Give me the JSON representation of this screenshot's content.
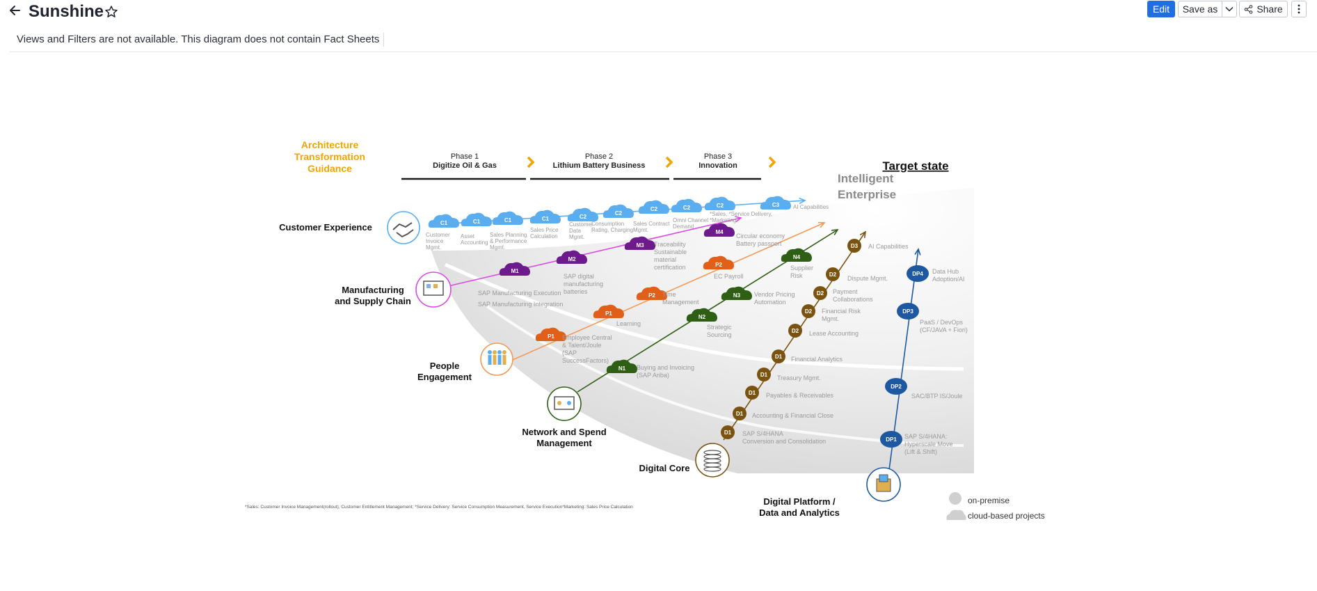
{
  "header": {
    "back_icon": "arrow-left-icon",
    "title": "Sunshine",
    "star_icon": "star-outline-icon",
    "edit_label": "Edit",
    "saveas_label": "Save as",
    "share_label": "Share",
    "share_icon": "share-icon",
    "more_icon": "vertical-ellipsis-icon",
    "accent_color": "#1f6fe0"
  },
  "notice": "Views and Filters are not available. This diagram does not contain Fact Sheets",
  "diagram": {
    "guidance_lines": [
      "Architecture",
      "Transformation",
      "Guidance"
    ],
    "phases": [
      {
        "num": "Phase 1",
        "name": "Digitize Oil & Gas"
      },
      {
        "num": "Phase 2",
        "name": "Lithium Battery Business"
      },
      {
        "num": "Phase 3",
        "name": "Innovation"
      }
    ],
    "target_state": "Target state",
    "intelligent_lines": [
      "Intelligent",
      "Enterprise"
    ],
    "tracks": {
      "customer": [
        "Customer Experience"
      ],
      "manufacturing": [
        "Manufacturing",
        "and Supply Chain"
      ],
      "people": [
        "People",
        "Engagement"
      ],
      "network": [
        "Network and Spend",
        "Management"
      ],
      "core": [
        "Digital Core"
      ],
      "platform": [
        "Digital Platform /",
        "Data and Analytics"
      ]
    },
    "customer_nodes": [
      {
        "code": "C1",
        "label": [
          "Customer",
          "Invoice",
          "Mgmt."
        ]
      },
      {
        "code": "C1",
        "label": [
          "Asset",
          "Accounting"
        ]
      },
      {
        "code": "C1",
        "label": [
          "Sales Planning",
          "& Performance",
          "Mgmt."
        ]
      },
      {
        "code": "C1",
        "label": [
          "Sales Price",
          "Calculation"
        ]
      },
      {
        "code": "C2",
        "label": [
          "Customer",
          "Data",
          "Mgmt."
        ]
      },
      {
        "code": "C2",
        "label": [
          "Consumption",
          "Rating, Charging"
        ]
      },
      {
        "code": "C2",
        "label": [
          "Sales Contract",
          "Mgmt."
        ]
      },
      {
        "code": "C2",
        "label": [
          "Omni Channel",
          "Demand"
        ]
      },
      {
        "code": "C2",
        "label": [
          "*Sales, *Service Delivery,",
          "*Marketing"
        ]
      },
      {
        "code": "C3",
        "label": [
          "AI Capabilities"
        ]
      }
    ],
    "manufacturing_nodes": [
      {
        "code": "M1",
        "label": [
          "SAP Manufacturing Execution",
          "SAP Manufacturing Integration"
        ]
      },
      {
        "code": "M2",
        "label": [
          "SAP digital",
          "manufacturing",
          "batteries"
        ]
      },
      {
        "code": "M3",
        "label": [
          "Traceability",
          "Sustainable",
          "material",
          "certification"
        ]
      },
      {
        "code": "M4",
        "label": [
          "Circular economy",
          "Battery passport"
        ]
      }
    ],
    "people_nodes": [
      {
        "code": "P1",
        "label": [
          "Employee Central",
          "& Talent/Joule",
          "(SAP",
          "SuccessFactors)"
        ]
      },
      {
        "code": "P1",
        "label": [
          "Learning"
        ]
      },
      {
        "code": "P2",
        "label": [
          "Time",
          "Management"
        ]
      },
      {
        "code": "P2",
        "label": [
          "EC Payroll"
        ]
      }
    ],
    "network_nodes": [
      {
        "code": "N1",
        "label": [
          "Buying and Invoicing",
          "(SAP Ariba)"
        ]
      },
      {
        "code": "N2",
        "label": [
          "Strategic",
          "Sourcing"
        ]
      },
      {
        "code": "N3",
        "label": [
          "Vendor Pricing",
          "Automation"
        ]
      },
      {
        "code": "N4",
        "label": [
          "Supplier",
          "Risk"
        ]
      }
    ],
    "core_nodes": [
      {
        "code": "D1",
        "label": [
          "SAP S/4HANA",
          "Conversion and Consolidation"
        ]
      },
      {
        "code": "D1",
        "label": [
          "Accounting & Financial Close"
        ]
      },
      {
        "code": "D1",
        "label": [
          "Payables & Receivables"
        ]
      },
      {
        "code": "D1",
        "label": [
          "Treasury Mgmt."
        ]
      },
      {
        "code": "D1",
        "label": [
          "Financial Analytics"
        ]
      },
      {
        "code": "D2",
        "label": [
          "Lease Accounting"
        ]
      },
      {
        "code": "D2",
        "label": [
          "Financial Risk",
          "Mgmt."
        ]
      },
      {
        "code": "D2",
        "label": [
          "Payment",
          "Collaborations"
        ]
      },
      {
        "code": "D2",
        "label": [
          "Dispute Mgmt."
        ]
      },
      {
        "code": "D3",
        "label": [
          "AI Capabilities"
        ]
      }
    ],
    "platform_nodes": [
      {
        "code": "DP1",
        "label": [
          "SAP S/4HANA:",
          "Hyperscale Move",
          "(Lift & Shift)"
        ]
      },
      {
        "code": "DP2",
        "label": [
          "SAC/BTP IS/Joule"
        ]
      },
      {
        "code": "DP3",
        "label": [
          "PaaS / DevOps",
          "(CF/JAVA + Fiori)"
        ]
      },
      {
        "code": "DP4",
        "label": [
          "Data Hub",
          "Adoption/AI"
        ]
      }
    ],
    "legend": {
      "onprem": "on-premise",
      "cloud": "cloud-based projects"
    },
    "footnote": "*Sales: Customer Invoice Management(rollout), Customer Entitlement Management; *Service Delivery: Service Consumption Measurement, Service Execution*Marketing: Sales Price Calculation",
    "colors": {
      "customer": "#5aaef0",
      "manufacturing": "#6d1a8c",
      "manufacturing_line": "#d94be0",
      "people": "#e0601a",
      "people_line": "#f39a58",
      "network": "#2e5f14",
      "core": "#7a5310",
      "platform": "#1e58a0",
      "guidance": "#f0a500",
      "phase_arrow": "#f0a500",
      "intelligent": "#8a8a8a"
    }
  }
}
